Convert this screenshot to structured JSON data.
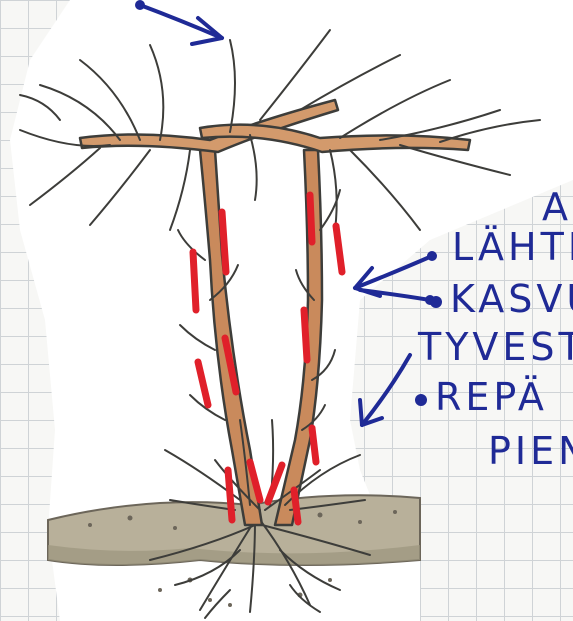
{
  "annotations": {
    "heading_fragment": "A",
    "line1": "LÄHTE",
    "line2": "KASVU",
    "line3": "TYVEST",
    "line4": "REPÄ",
    "line5": "PIEN"
  },
  "colors": {
    "ink_blue": "#1f2a96",
    "cut_mark_red": "#e0202a",
    "stem_brown": "#c98a5c",
    "soil": "#b8b09a",
    "paper": "#ffffff",
    "grid": "#cfd3d6"
  },
  "icons": [
    "arrow-icon",
    "cut-mark",
    "bullet-dot"
  ]
}
